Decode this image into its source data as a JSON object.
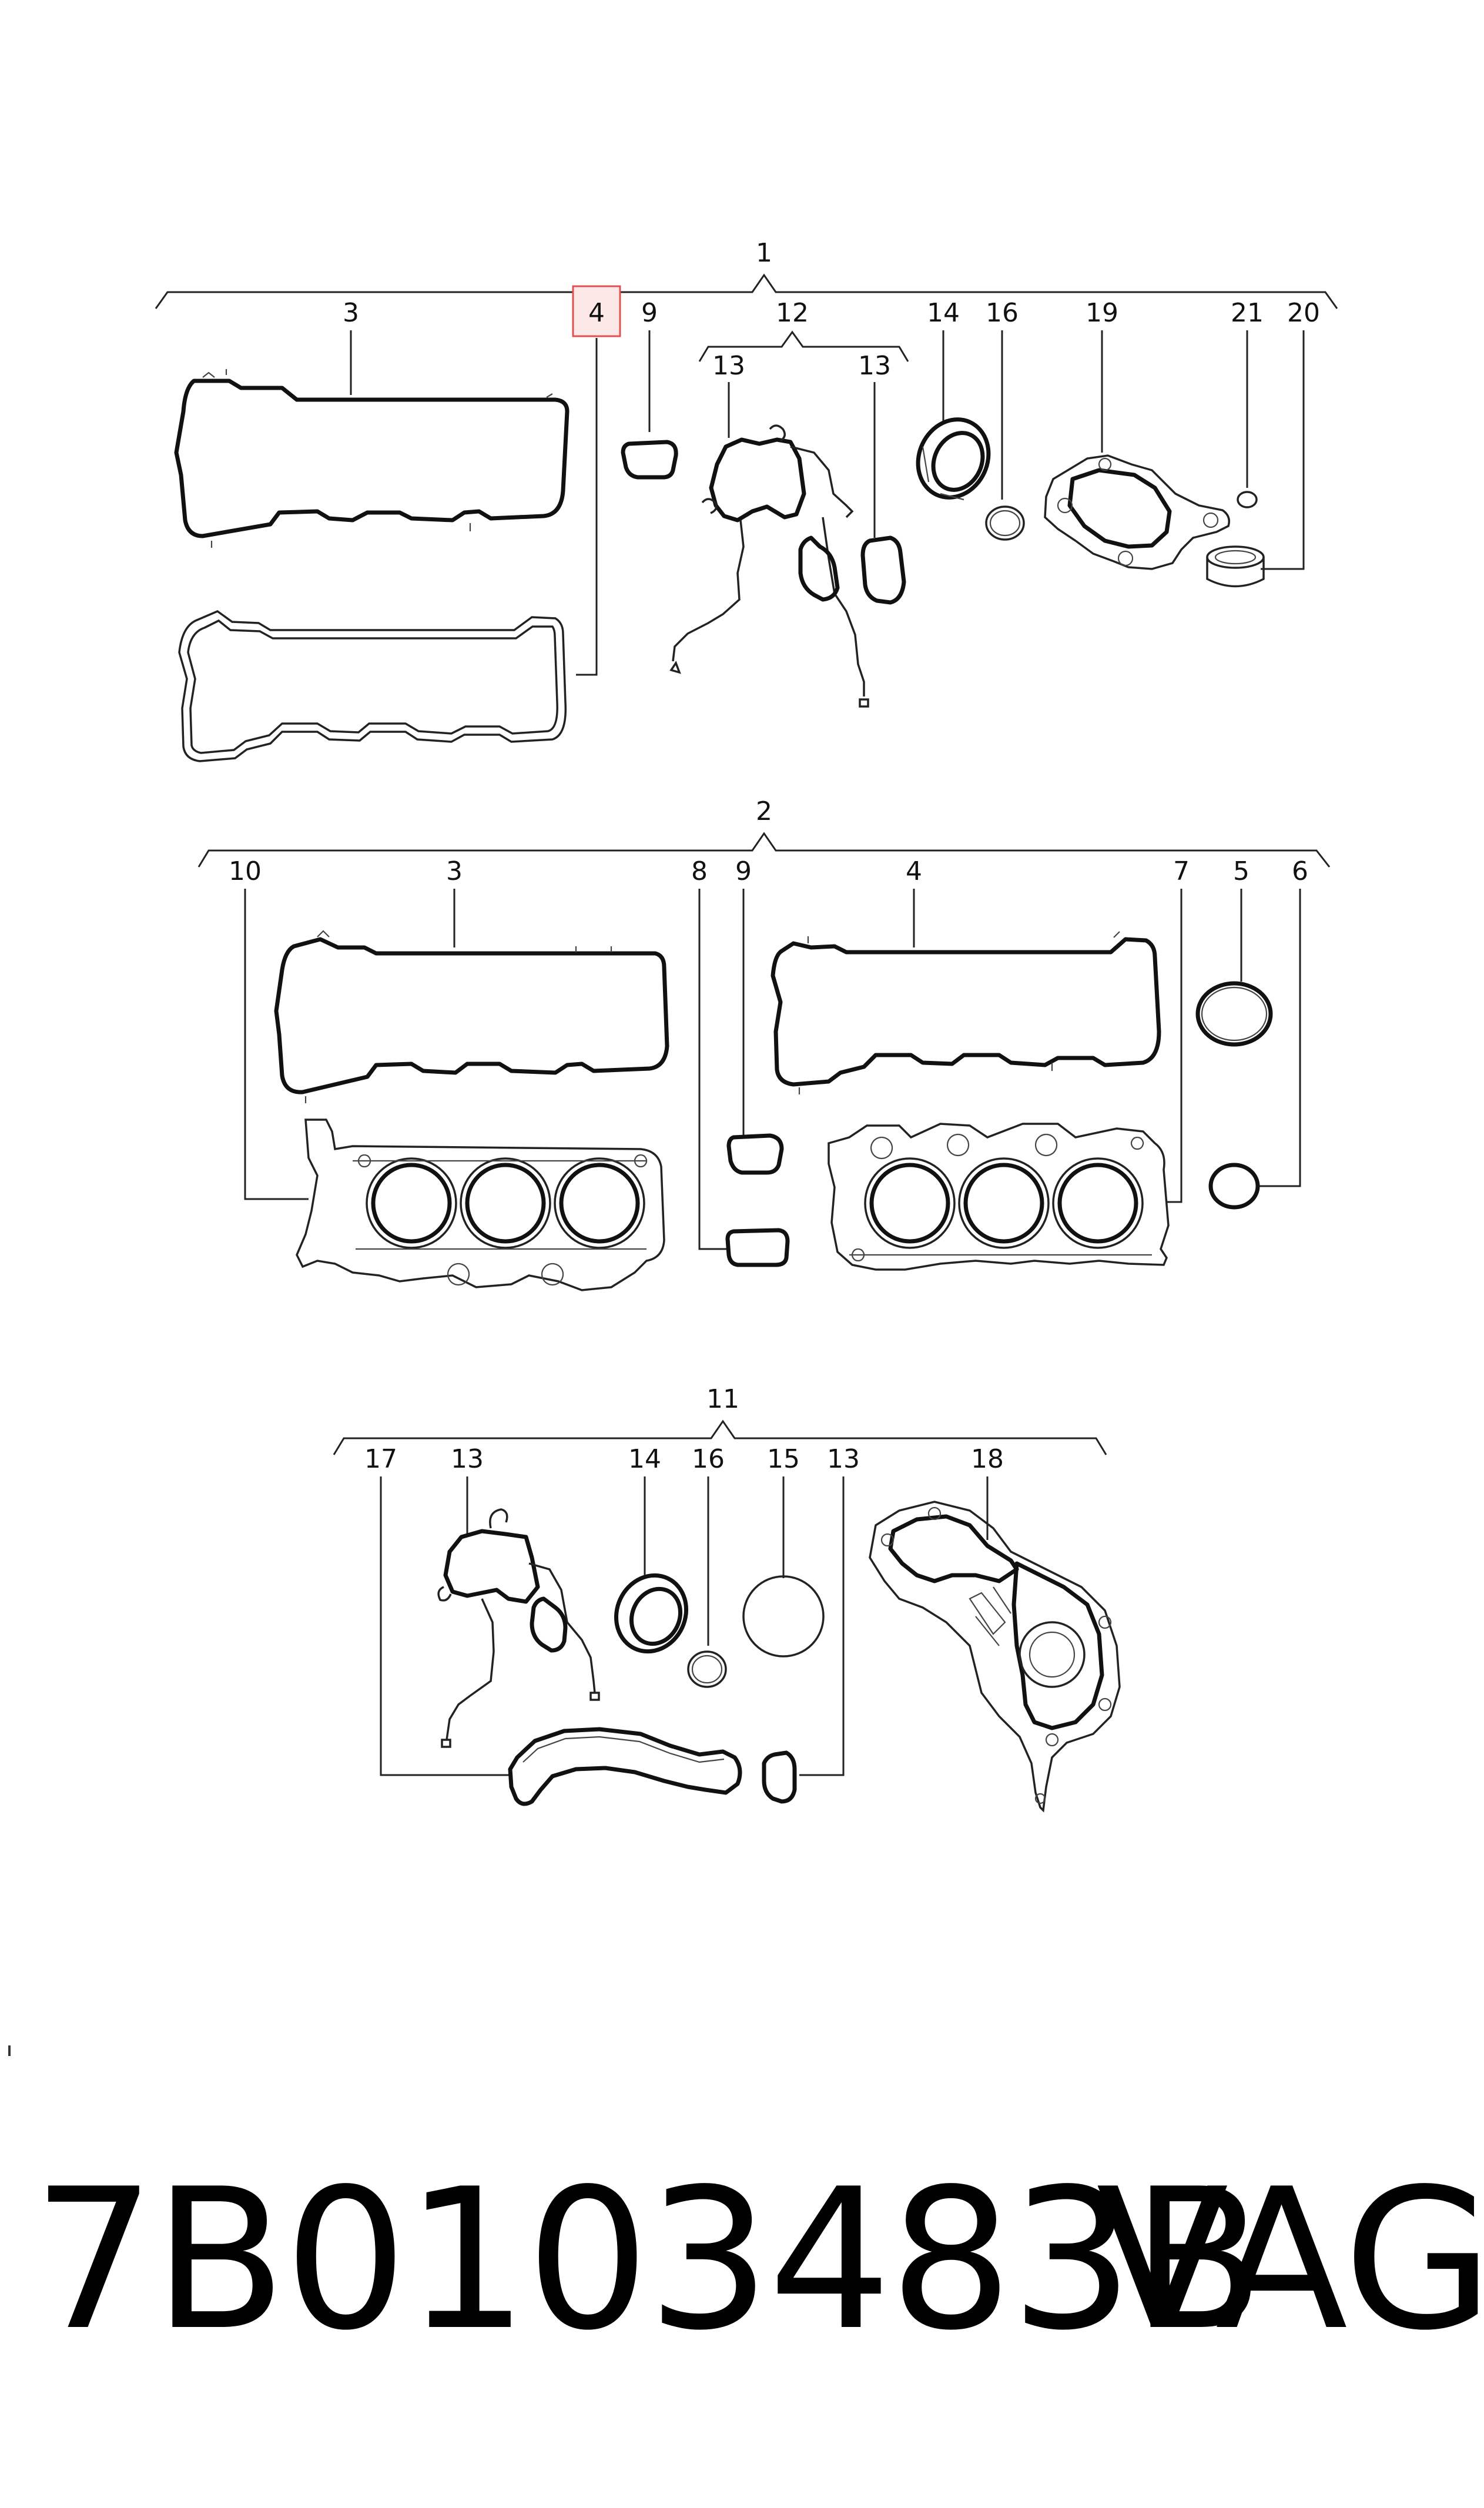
{
  "groups": [
    {
      "label": "1",
      "sub": {
        "label": "12",
        "items": [
          "13",
          "13"
        ]
      },
      "items": [
        "3",
        "4",
        "9",
        "14",
        "16",
        "19",
        "21",
        "20"
      ],
      "highlighted": "4"
    },
    {
      "label": "2",
      "items": [
        "10",
        "3",
        "8",
        "9",
        "4",
        "7",
        "5",
        "6"
      ]
    },
    {
      "label": "11",
      "items": [
        "17",
        "13",
        "14",
        "16",
        "15",
        "13",
        "18"
      ]
    }
  ],
  "highlight_color": "#e05050",
  "footer": {
    "part_number": "7B0103483B",
    "brand": "VAG"
  }
}
